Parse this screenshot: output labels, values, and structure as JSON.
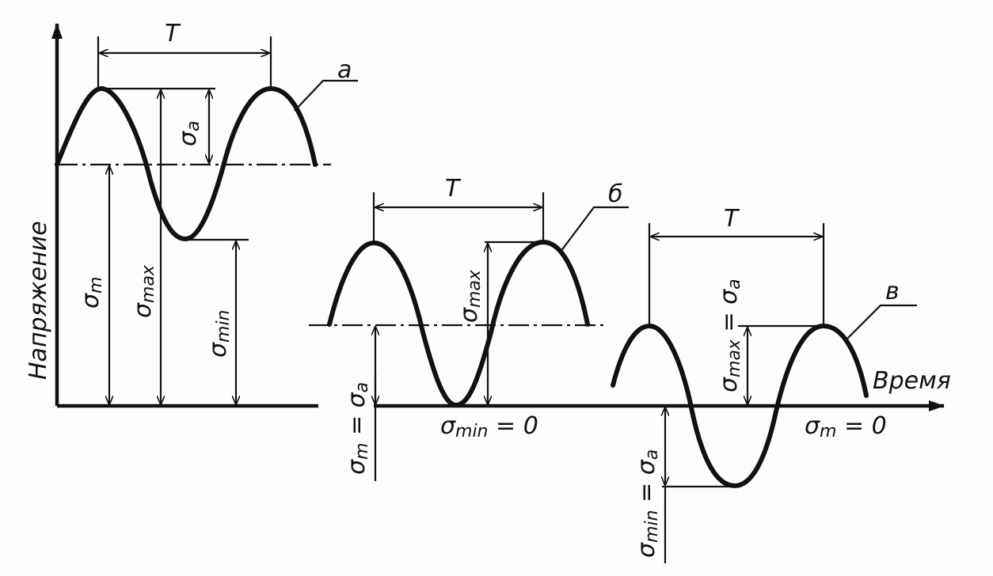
{
  "axes": {
    "y_title": "Напряжение",
    "x_title": "Время"
  },
  "curve_a": {
    "tag": "а",
    "period": "T",
    "amplitude": {
      "sym": "σ",
      "sub": "a"
    },
    "mean": {
      "sym": "σ",
      "sub": "m"
    },
    "max": {
      "sym": "σ",
      "sub": "max"
    },
    "min": {
      "sym": "σ",
      "sub": "min"
    }
  },
  "curve_b": {
    "tag": "б",
    "period": "T",
    "max": {
      "sym": "σ",
      "sub": "max"
    },
    "min_eq": {
      "sym": "σ",
      "sub": "min",
      "rest": " = 0"
    },
    "mean_eq": {
      "sym": "σ",
      "sub": "m",
      "rest": " = σ",
      "sub2": "a"
    }
  },
  "curve_c": {
    "tag": "в",
    "period": "T",
    "max_eq": {
      "sym": "σ",
      "sub": "max",
      "rest": " = σ",
      "sub2": "a"
    },
    "min_eq": {
      "sym": "σ",
      "sub": "min",
      "rest": " = σ",
      "sub2": "a"
    },
    "mean_eq": {
      "sym": "σ",
      "sub": "m",
      "rest": " = 0"
    }
  }
}
